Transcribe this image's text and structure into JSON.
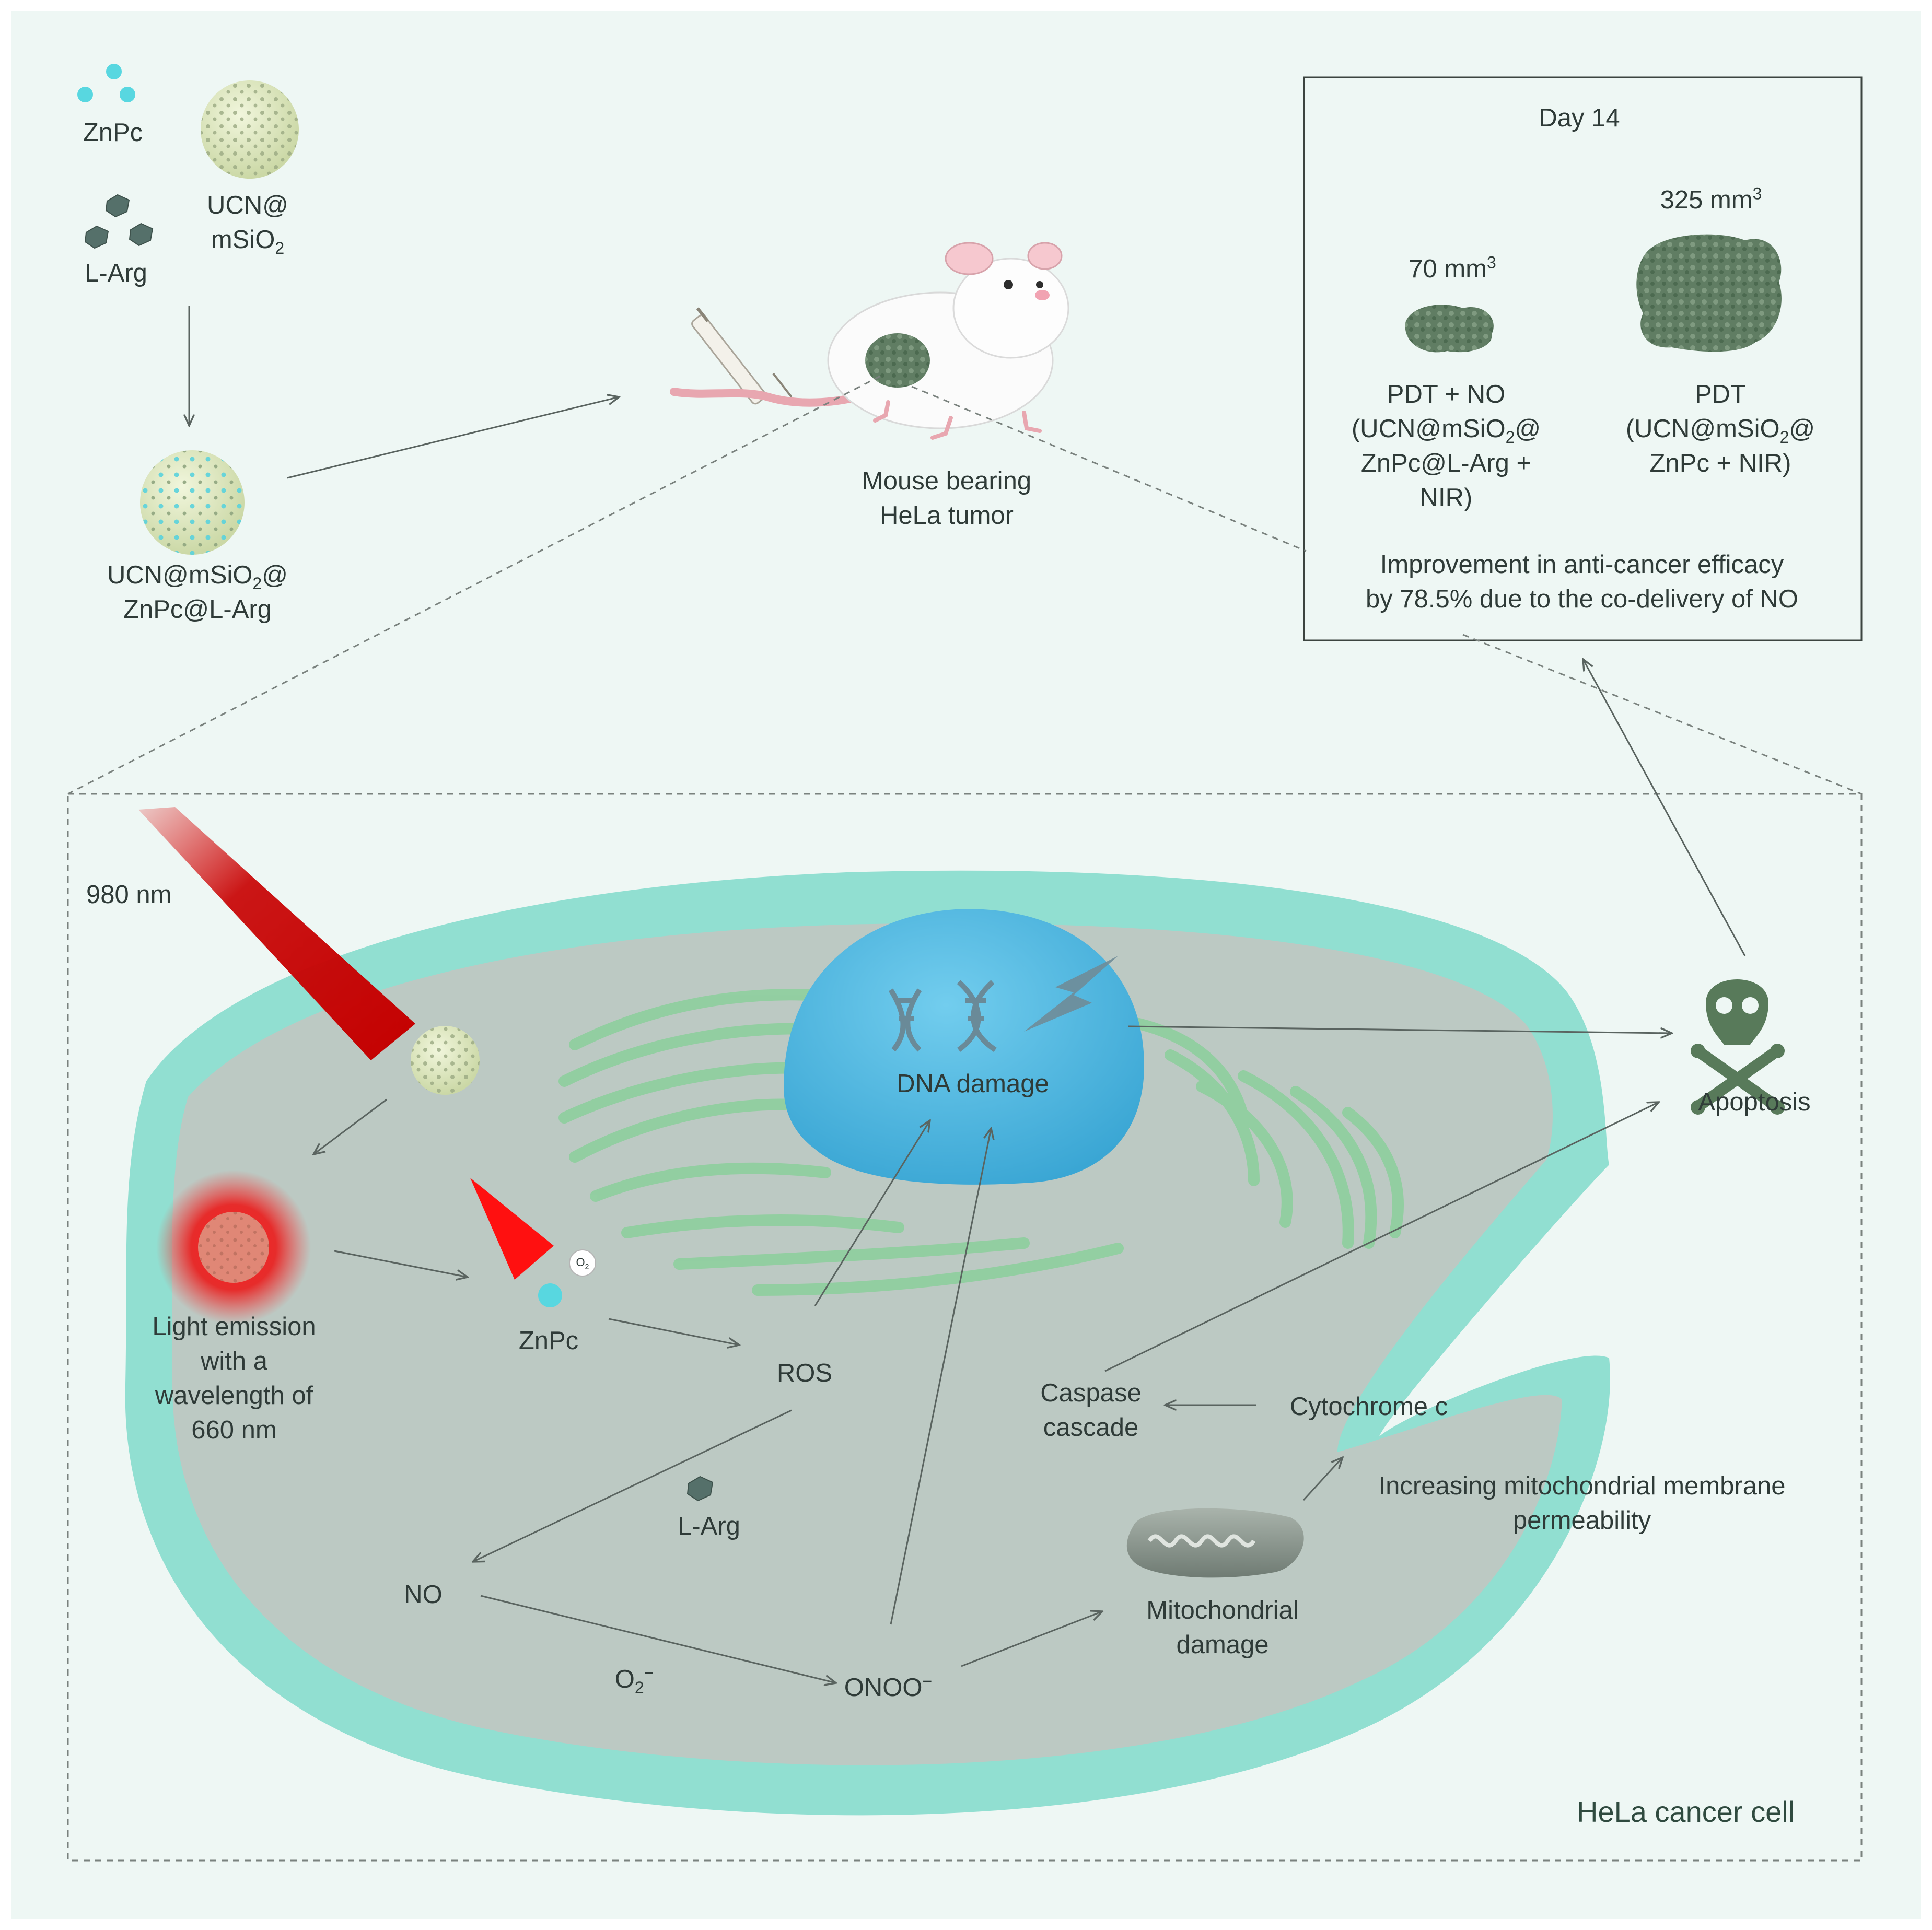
{
  "colors": {
    "background": "#eef7f4",
    "membrane": "#7fdccd",
    "cytoplasm": "#bcc9c3",
    "nucleus": "#55b9dd",
    "er": "#8ecf9e",
    "laser": "#cc0a0a",
    "tumor": "#5f7a62",
    "particle": "#dfe9c3",
    "dot": "#58d7e0",
    "text": "#2f3b38",
    "arrow": "#5a6460"
  },
  "icons": {
    "zinc_phthalocyanine": "cyan-dot-icon",
    "l_arginine": "cube-icon",
    "nanoparticle": "mesoporous-sphere-icon",
    "mouse": "mouse-icon",
    "syringe": "syringe-icon",
    "dna": "dna-icon",
    "lightning": "lightning-icon",
    "mitochondrion": "mitochondrion-icon",
    "apoptosis": "skull-crossbones-icon",
    "laser": "laser-beam-icon"
  },
  "labels": {
    "znpc_top": "ZnPc",
    "ucn_msio2_a": "UCN@",
    "ucn_msio2_b": "mSiO",
    "larg_top": "L-Arg",
    "composite_a": "UCN@mSiO",
    "composite_a_tail": "@",
    "composite_b": "ZnPc@L-Arg",
    "mouse_a": "Mouse bearing",
    "mouse_b": "HeLa tumor",
    "day": "Day 14",
    "vol_pdt_no": "70 mm",
    "vol_pdt": "325 mm",
    "pdt_no_1": "PDT + NO",
    "pdt_no_2": "(UCN@mSiO",
    "pdt_no_2_tail": "@",
    "pdt_no_3": "ZnPc@L-Arg +",
    "pdt_no_4": "NIR)",
    "pdt_1": "PDT",
    "pdt_2": "(UCN@mSiO",
    "pdt_2_tail": "@",
    "pdt_3": "ZnPc + NIR)",
    "improve_1": "Improvement in anti-cancer efficacy",
    "improve_2": "by 78.5% due to the co-delivery of NO",
    "wavelength_980": "980 nm",
    "dna_damage": "DNA damage",
    "apoptosis": "Apoptosis",
    "emission_1": "Light emission",
    "emission_2": "with a",
    "emission_3": "wavelength of",
    "emission_4": "660 nm",
    "o2_badge": "O",
    "znpc_cell": "ZnPc",
    "ros": "ROS",
    "caspase_1": "Caspase",
    "caspase_2": "cascade",
    "cytochrome": "Cytochrome c",
    "permeability_1": "Increasing mitochondrial membrane",
    "permeability_2": "permeability",
    "larg_cell": "L-Arg",
    "no": "NO",
    "superoxide": "O",
    "superoxide_sub": "2",
    "superoxide_sup": "−",
    "onoo": "ONOO",
    "onoo_sup": "−",
    "mito_1": "Mitochondrial",
    "mito_2": "damage",
    "cell": "HeLa cancer cell",
    "sub2": "2",
    "sup3": "3"
  }
}
